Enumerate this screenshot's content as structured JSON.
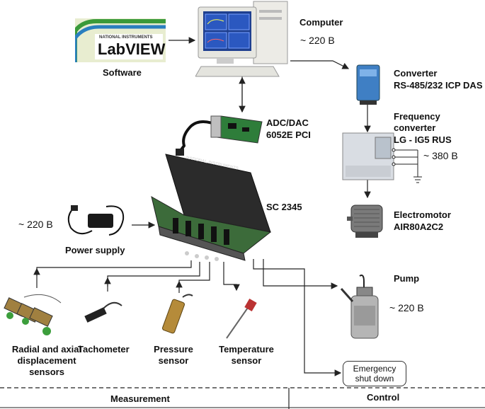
{
  "software": {
    "brand_small": "NATIONAL INSTRUMENTS",
    "brand": "LabVIEW",
    "label": "Software"
  },
  "computer": {
    "label": "Computer",
    "voltage": "~ 220 B"
  },
  "converter": {
    "title": "Converter",
    "model": "RS-485/232 ICP DAS"
  },
  "freq_converter": {
    "line1": "Frequency",
    "line2": "converter",
    "model": "LG - IG5 RUS",
    "voltage": "~ 380 B"
  },
  "motor": {
    "line1": "Electromotor",
    "model": "AIR80A2C2"
  },
  "pump": {
    "label": "Pump",
    "voltage": "~ 220 B"
  },
  "daq_card": {
    "line1": "ADC/DAC",
    "line2": "6052E PCI"
  },
  "chassis": {
    "label": "SC 2345",
    "brand": "NATIONAL INSTRUMENTS"
  },
  "power": {
    "voltage": "~ 220 B",
    "label": "Power supply"
  },
  "sensors": {
    "radial": {
      "line1": "Radial and axial",
      "line2": "displacement",
      "line3": "sensors"
    },
    "tacho": {
      "label": "Tachometer"
    },
    "pressure": {
      "line1": "Pressure",
      "line2": "sensor"
    },
    "temperature": {
      "line1": "Temperature",
      "line2": "sensor"
    }
  },
  "emergency": {
    "line1": "Emergency",
    "line2": "shut down"
  },
  "sections": {
    "measurement": "Measurement",
    "control": "Control"
  },
  "icons": [
    "labview-logo",
    "computer",
    "converter-module",
    "frequency-converter",
    "electromotor",
    "pump",
    "daq-card",
    "sc2345-chassis",
    "power-supply",
    "displacement-sensors",
    "tachometer",
    "pressure-sensor",
    "temperature-sensor"
  ]
}
